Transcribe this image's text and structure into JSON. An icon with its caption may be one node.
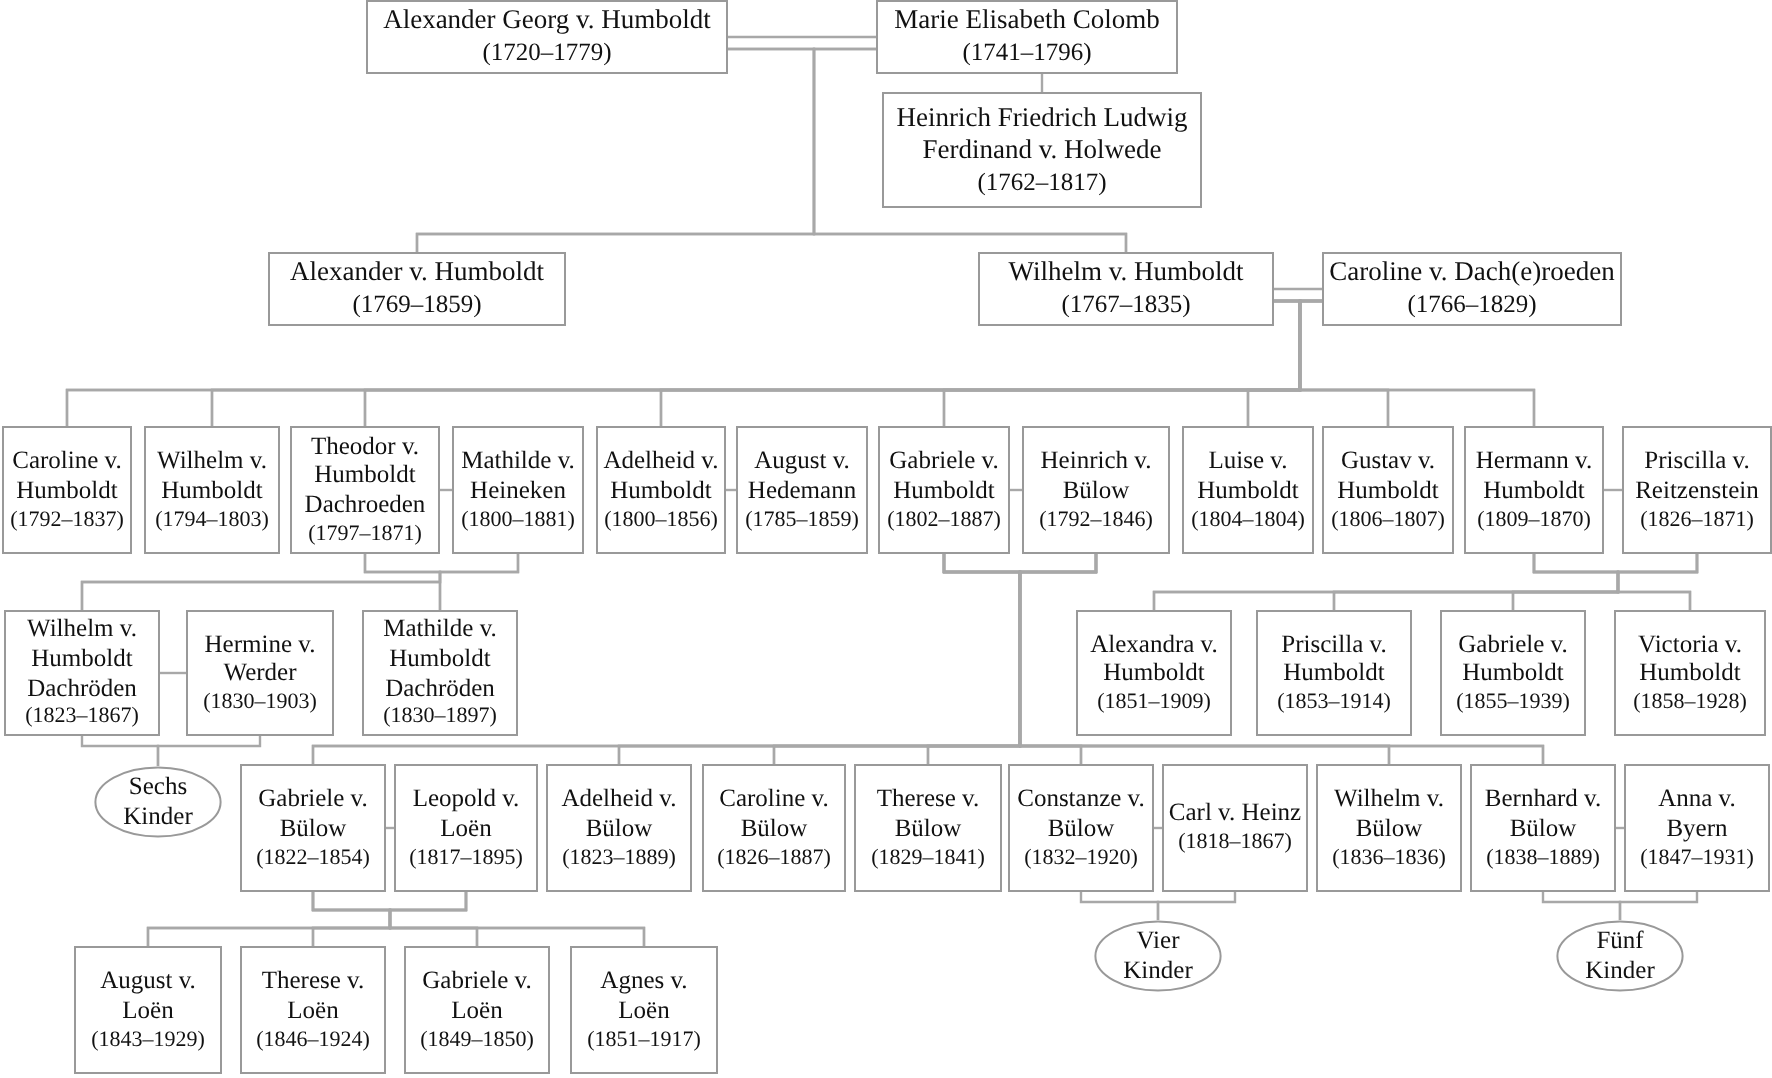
{
  "diagram": {
    "nodes": [
      {
        "text": [
          "Alexander Georg v. Humboldt",
          "(1720–1779)"
        ]
      },
      {
        "text": [
          "Marie Elisabeth Colomb",
          "(1741–1796)"
        ]
      },
      {
        "text": [
          "Heinrich Friedrich Ludwig Ferdinand v. Holwede",
          "(1762–1817)"
        ]
      },
      {
        "text": [
          "Alexander v. Humboldt",
          "(1769–1859)"
        ]
      },
      {
        "text": [
          "Wilhelm v. Humboldt",
          "(1767–1835)"
        ]
      },
      {
        "text": [
          "Caroline v. Dach(e)roeden",
          "(1766–1829)"
        ]
      },
      {
        "text": [
          "Caroline v. Humboldt",
          "(1792–1837)"
        ]
      },
      {
        "text": [
          "Wilhelm v. Humboldt",
          "(1794–1803)"
        ]
      },
      {
        "text": [
          "Theodor v. Humboldt Dachroeden",
          "(1797–1871)"
        ]
      },
      {
        "text": [
          "Mathilde v. Heineken",
          "(1800–1881)"
        ]
      },
      {
        "text": [
          "Adelheid v. Humboldt",
          "(1800–1856)"
        ]
      },
      {
        "text": [
          "August v. Hedemann",
          "(1785–1859)"
        ]
      },
      {
        "text": [
          "Gabriele v. Humboldt",
          "(1802–1887)"
        ]
      },
      {
        "text": [
          "Heinrich v. Bülow",
          "(1792–1846)"
        ]
      },
      {
        "text": [
          "Luise v. Humboldt",
          "(1804–1804)"
        ]
      },
      {
        "text": [
          "Gustav v. Humboldt",
          "(1806–1807)"
        ]
      },
      {
        "text": [
          "Hermann v. Humboldt",
          "(1809–1870)"
        ]
      },
      {
        "text": [
          "Priscilla v. Reitzenstein",
          "(1826–1871)"
        ]
      },
      {
        "text": [
          "Wilhelm v. Humboldt Dachröden",
          "(1823–1867)"
        ]
      },
      {
        "text": [
          "Hermine v. Werder",
          "(1830–1903)"
        ]
      },
      {
        "text": [
          "Mathilde v. Humboldt Dachröden",
          "(1830–1897)"
        ]
      },
      {
        "text": [
          "Alexandra v. Humboldt",
          "(1851–1909)"
        ]
      },
      {
        "text": [
          "Priscilla v. Humboldt",
          "(1853–1914)"
        ]
      },
      {
        "text": [
          "Gabriele v. Humboldt",
          "(1855–1939)"
        ]
      },
      {
        "text": [
          "Victoria v. Humboldt",
          "(1858–1928)"
        ]
      },
      {
        "text": [
          "Sechs Kinder"
        ]
      },
      {
        "text": [
          "Gabriele v. Bülow",
          "(1822–1854)"
        ]
      },
      {
        "text": [
          "Leopold v. Loën",
          "(1817–1895)"
        ]
      },
      {
        "text": [
          "Adelheid v. Bülow",
          "(1823–1889)"
        ]
      },
      {
        "text": [
          "Caroline v. Bülow",
          "(1826–1887)"
        ]
      },
      {
        "text": [
          "Therese v. Bülow",
          "(1829–1841)"
        ]
      },
      {
        "text": [
          "Constanze v. Bülow",
          "(1832–1920)"
        ]
      },
      {
        "text": [
          "Carl v. Heinz",
          "(1818–1867)"
        ]
      },
      {
        "text": [
          "Wilhelm v. Bülow",
          "(1836–1836)"
        ]
      },
      {
        "text": [
          "Bernhard v. Bülow",
          "(1838–1889)"
        ]
      },
      {
        "text": [
          "Anna v. Byern",
          "(1847–1931)"
        ]
      },
      {
        "text": [
          "Vier Kinder"
        ]
      },
      {
        "text": [
          "Fünf Kinder"
        ]
      },
      {
        "text": [
          "August v. Loën",
          "(1843–1929)"
        ]
      },
      {
        "text": [
          "Therese v. Loën",
          "(1846–1924)"
        ]
      },
      {
        "text": [
          "Gabriele v. Loën",
          "(1849–1850)"
        ]
      },
      {
        "text": [
          "Agnes v. Loën",
          "(1851–1917)"
        ]
      }
    ],
    "edges": [
      {
        "from": 0,
        "to": 1,
        "arrow": "none"
      },
      {
        "from": 1,
        "to": 2,
        "arrow": "none"
      },
      {
        "from": 0,
        "to": 3,
        "arrow": "none"
      },
      {
        "from": 1,
        "to": 3,
        "arrow": "none"
      },
      {
        "from": 0,
        "to": 4,
        "arrow": "none"
      },
      {
        "from": 1,
        "to": 4,
        "arrow": "none"
      },
      {
        "from": 4,
        "to": 5,
        "arrow": "none"
      },
      {
        "from": 4,
        "to": 6,
        "arrow": "none"
      },
      {
        "from": 5,
        "to": 6,
        "arrow": "none"
      },
      {
        "from": 4,
        "to": 7,
        "arrow": "none"
      },
      {
        "from": 5,
        "to": 7,
        "arrow": "none"
      },
      {
        "from": 4,
        "to": 8,
        "arrow": "none"
      },
      {
        "from": 5,
        "to": 8,
        "arrow": "none"
      },
      {
        "from": 4,
        "to": 10,
        "arrow": "none"
      },
      {
        "from": 5,
        "to": 10,
        "arrow": "none"
      },
      {
        "from": 4,
        "to": 12,
        "arrow": "none"
      },
      {
        "from": 5,
        "to": 12,
        "arrow": "none"
      },
      {
        "from": 4,
        "to": 14,
        "arrow": "none"
      },
      {
        "from": 5,
        "to": 14,
        "arrow": "none"
      },
      {
        "from": 4,
        "to": 15,
        "arrow": "none"
      },
      {
        "from": 5,
        "to": 15,
        "arrow": "none"
      },
      {
        "from": 4,
        "to": 16,
        "arrow": "none"
      },
      {
        "from": 5,
        "to": 16,
        "arrow": "none"
      },
      {
        "from": 8,
        "to": 9,
        "arrow": "none"
      },
      {
        "from": 10,
        "to": 11,
        "arrow": "none"
      },
      {
        "from": 12,
        "to": 13,
        "arrow": "none"
      },
      {
        "from": 16,
        "to": 17,
        "arrow": "none"
      },
      {
        "from": 8,
        "to": 18,
        "arrow": "none"
      },
      {
        "from": 9,
        "to": 18,
        "arrow": "none"
      },
      {
        "from": 8,
        "to": 20,
        "arrow": "none"
      },
      {
        "from": 9,
        "to": 20,
        "arrow": "none"
      },
      {
        "from": 18,
        "to": 19,
        "arrow": "none"
      },
      {
        "from": 16,
        "to": 21,
        "arrow": "none"
      },
      {
        "from": 17,
        "to": 21,
        "arrow": "none"
      },
      {
        "from": 16,
        "to": 22,
        "arrow": "none"
      },
      {
        "from": 17,
        "to": 22,
        "arrow": "none"
      },
      {
        "from": 16,
        "to": 23,
        "arrow": "none"
      },
      {
        "from": 17,
        "to": 23,
        "arrow": "none"
      },
      {
        "from": 16,
        "to": 24,
        "arrow": "none"
      },
      {
        "from": 17,
        "to": 24,
        "arrow": "none"
      },
      {
        "from": 18,
        "to": 25,
        "arrow": "none"
      },
      {
        "from": 19,
        "to": 25,
        "arrow": "none"
      },
      {
        "from": 12,
        "to": 26,
        "arrow": "none"
      },
      {
        "from": 13,
        "to": 26,
        "arrow": "none"
      },
      {
        "from": 12,
        "to": 28,
        "arrow": "none"
      },
      {
        "from": 13,
        "to": 28,
        "arrow": "none"
      },
      {
        "from": 12,
        "to": 29,
        "arrow": "none"
      },
      {
        "from": 13,
        "to": 29,
        "arrow": "none"
      },
      {
        "from": 12,
        "to": 30,
        "arrow": "none"
      },
      {
        "from": 13,
        "to": 30,
        "arrow": "none"
      },
      {
        "from": 12,
        "to": 31,
        "arrow": "none"
      },
      {
        "from": 13,
        "to": 31,
        "arrow": "none"
      },
      {
        "from": 12,
        "to": 33,
        "arrow": "none"
      },
      {
        "from": 13,
        "to": 33,
        "arrow": "none"
      },
      {
        "from": 12,
        "to": 34,
        "arrow": "none"
      },
      {
        "from": 13,
        "to": 34,
        "arrow": "none"
      },
      {
        "from": 26,
        "to": 27,
        "arrow": "none"
      },
      {
        "from": 31,
        "to": 32,
        "arrow": "none"
      },
      {
        "from": 34,
        "to": 35,
        "arrow": "none"
      },
      {
        "from": 31,
        "to": 36,
        "arrow": "none"
      },
      {
        "from": 32,
        "to": 36,
        "arrow": "none"
      },
      {
        "from": 34,
        "to": 37,
        "arrow": "none"
      },
      {
        "from": 35,
        "to": 37,
        "arrow": "none"
      },
      {
        "from": 26,
        "to": 38,
        "arrow": "none"
      },
      {
        "from": 27,
        "to": 38,
        "arrow": "none"
      },
      {
        "from": 26,
        "to": 39,
        "arrow": "none"
      },
      {
        "from": 27,
        "to": 39,
        "arrow": "none"
      },
      {
        "from": 26,
        "to": 40,
        "arrow": "none"
      },
      {
        "from": 27,
        "to": 40,
        "arrow": "none"
      },
      {
        "from": 26,
        "to": 41,
        "arrow": "none"
      },
      {
        "from": 27,
        "to": 41,
        "arrow": "none"
      }
    ]
  }
}
